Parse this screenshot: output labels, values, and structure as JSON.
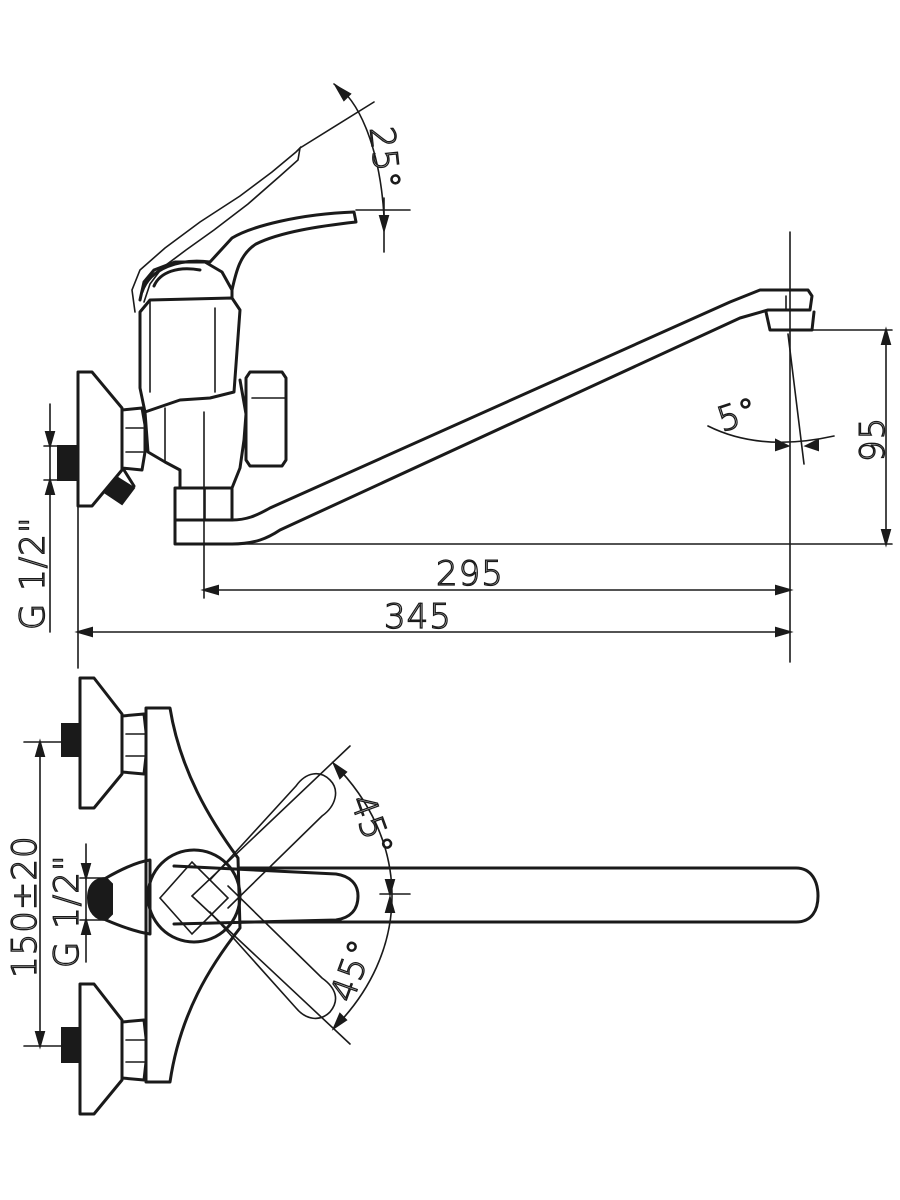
{
  "side_view": {
    "angle_lever": "25°",
    "angle_spout": "5°",
    "height_outlet": "95",
    "length_spout": "295",
    "length_total": "345",
    "thread_inlet": "G 1/2\""
  },
  "top_view": {
    "center_distance": "150±20",
    "thread_inlet": "G 1/2\"",
    "angle_upper": "45°",
    "angle_lower": "45°"
  }
}
